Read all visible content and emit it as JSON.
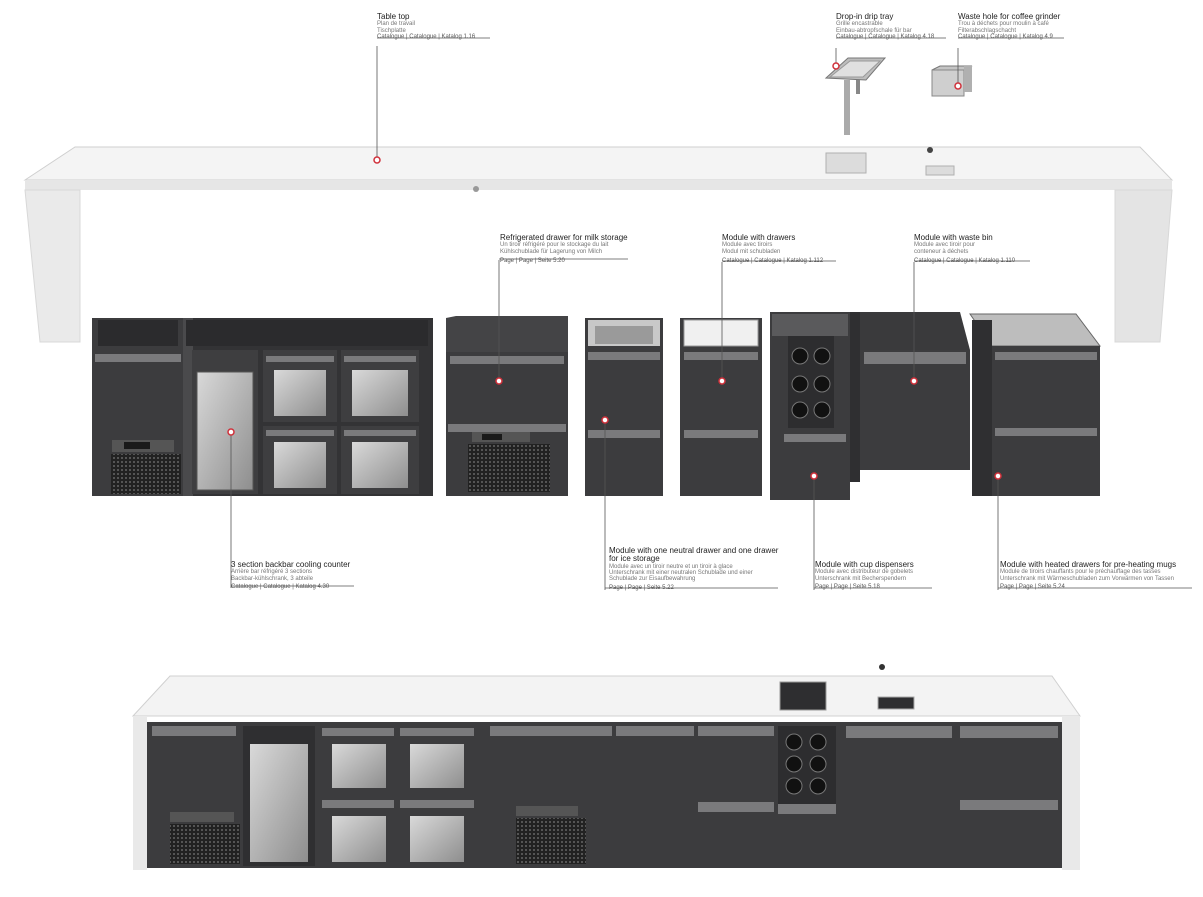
{
  "colors": {
    "cabinet": "#3c3c3e",
    "cabinet_dark": "#2b2b2d",
    "handle": "#7a7a7c",
    "countertop": "#f2f2f2",
    "marker": "#d0303a",
    "leader": "#555555"
  },
  "callouts": {
    "table_top": {
      "l1": "Table top",
      "l2": "Plan de travail",
      "l3": "Tischplatte",
      "ref": "Catalogue | Catalogue | Katalog 1.16"
    },
    "drip_tray": {
      "l1": "Drop-in drip tray",
      "l2": "Grille encastrable",
      "l3": "Einbau-abtropfschale für bar",
      "ref": "Catalogue | Catalogue | Katalog 4.18"
    },
    "waste_hole": {
      "l1": "Waste hole for coffee grinder",
      "l2": "Trou à déchets pour moulin à café",
      "l3": "Filterabschlagschacht",
      "ref": "Catalogue | Catalogue | Katalog 4.9"
    },
    "milk_drawer": {
      "l1": "Refrigerated drawer for milk storage",
      "l2": "Un tiroir réfrigéré pour le stockage du lait",
      "l3": "Kühlschublade für Lagerung von Milch",
      "ref": "Page | Page | Seite 5.20"
    },
    "drawers": {
      "l1": "Module with drawers",
      "l2": "Module avec tiroirs",
      "l3": "Modul mit schubladen",
      "ref": "Catalogue | Catalogue | Katalog 1.112"
    },
    "waste_bin": {
      "l1": "Module with waste bin",
      "l2": "Module avec tiroir pour",
      "l3": "conteneur à déchets",
      "ref": "Catalogue | Catalogue | Katalog 1.110"
    },
    "backbar": {
      "l1": "3 section backbar cooling counter",
      "l2": "Arrière bar réfrigéré 3 sections",
      "l3": "Backbar-kühlschrank, 3 abteile",
      "ref": "Catalogue | Catalogue | Katalog 4.30"
    },
    "ice_drawer": {
      "l1": "Module with one neutral drawer and one drawer",
      "l1b": "for ice storage",
      "l2": "Module avec un tiroir neutre et un tiroir à glace",
      "l3": "Unterschrank mit einer neutralen Schublade und einer",
      "l4": "Schublade zur Eisaufbewahrung",
      "ref": "Page | Page | Seite 5.22"
    },
    "cup_disp": {
      "l1": "Module with cup dispensers",
      "l2": "Module avec distributeur de gobelets",
      "l3": "Unterschrank mit Becherspendern",
      "ref": "Page | Page | Seite 5.18"
    },
    "heated": {
      "l1": "Module with heated drawers for pre-heating mugs",
      "l2": "Module de tiroirs chauffants pour le préchauffage des tasses",
      "l3": "Unterschrank mit Wärmeschubladen zum Vorwärmen von Tassen",
      "ref": "Page | Page | Seite 5.24"
    }
  }
}
